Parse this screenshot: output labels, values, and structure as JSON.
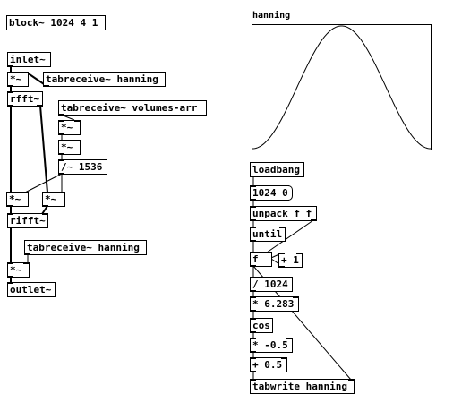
{
  "patch": {
    "left": {
      "block": "block~ 1024 4 1",
      "inlet": "inlet~",
      "mul1": "*~",
      "tab_hanning_1": "tabreceive~ hanning",
      "rfft": "rfft~",
      "tab_volumes": "tabreceive~ volumes-arr",
      "mul_v1": "*~",
      "mul_v2": "*~",
      "div": "/~ 1536",
      "mul_a": "*~",
      "mul_b": "*~",
      "rifft": "rifft~",
      "tab_hanning_2": "tabreceive~ hanning",
      "mul_out": "*~",
      "outlet": "outlet~"
    },
    "right": {
      "graph_title": "hanning",
      "loadbang": "loadbang",
      "msg": "1024 0",
      "unpack": "unpack f f",
      "until": "until",
      "f": "f",
      "plus1": "+ 1",
      "div": "/ 1024",
      "mul_tau": "* 6.283",
      "cos": "cos",
      "mul_half": "* -0.5",
      "plus_half": "+ 0.5",
      "tabwrite": "tabwrite hanning"
    }
  },
  "graph_data": {
    "type": "line",
    "array_name": "hanning",
    "n_points": 1024,
    "function": "0.5 - 0.5*cos(2*pi*i/1024)",
    "ylim": [
      0,
      1
    ]
  }
}
